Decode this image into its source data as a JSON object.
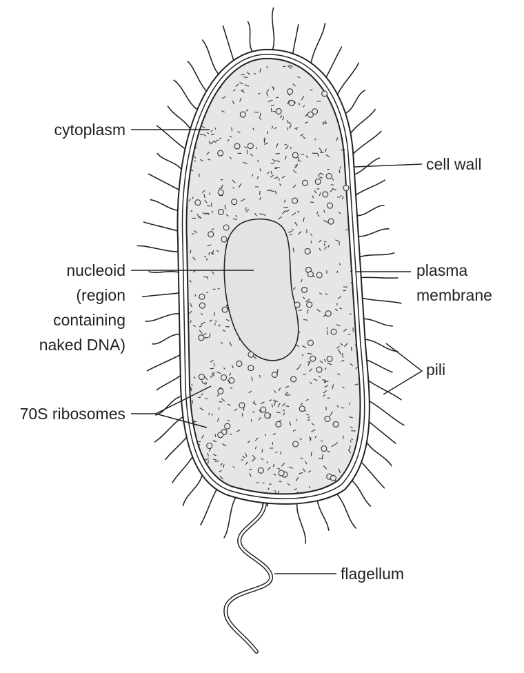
{
  "labels": {
    "cytoplasm": "cytoplasm",
    "cell_wall": "cell wall",
    "nucleoid": [
      "nucleoid",
      "(region",
      "containing",
      "naked DNA)"
    ],
    "plasma_membrane": [
      "plasma",
      "membrane"
    ],
    "pili": "pili",
    "ribosomes": "70S ribosomes",
    "flagellum": "flagellum"
  },
  "colors": {
    "cytoplasm_fill": "#e6e6e6",
    "nucleoid_fill": "#e3e3e3",
    "line": "#222222",
    "text": "#222222"
  }
}
